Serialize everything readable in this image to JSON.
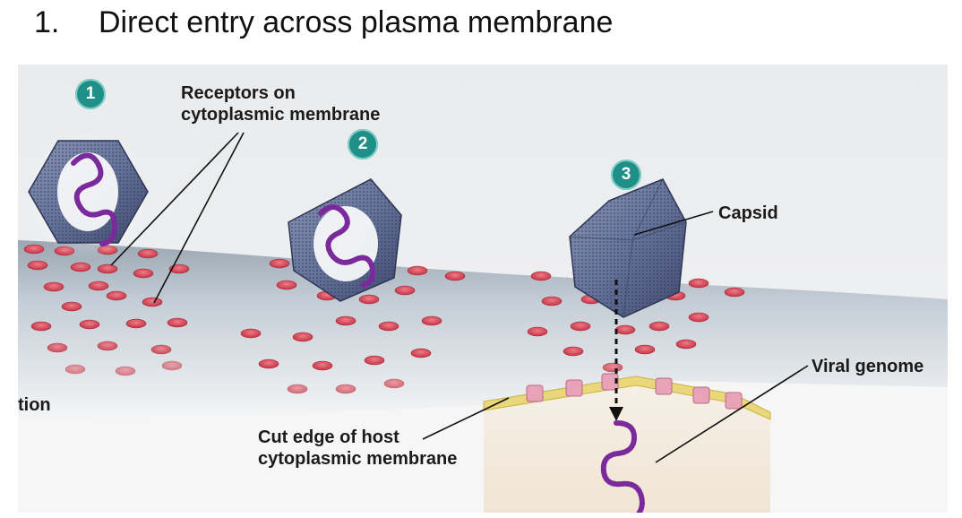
{
  "heading": {
    "number": "1.",
    "text": "Direct entry across plasma membrane"
  },
  "steps": [
    "1",
    "2",
    "3"
  ],
  "labels": {
    "receptors_line1": "Receptors on",
    "receptors_line2": "cytoplasmic membrane",
    "capsid": "Capsid",
    "viral_genome": "Viral genome",
    "cut_edge_line1": "Cut edge of host",
    "cut_edge_line2": "cytoplasmic membrane",
    "cropped_fragment": "tion"
  },
  "colors": {
    "step_badge": "#1f8f87",
    "receptor": "#d9485a",
    "capsid": "#5d6a8c",
    "genome": "#7a2a9a",
    "membrane_surface": "#b7c2cc"
  }
}
